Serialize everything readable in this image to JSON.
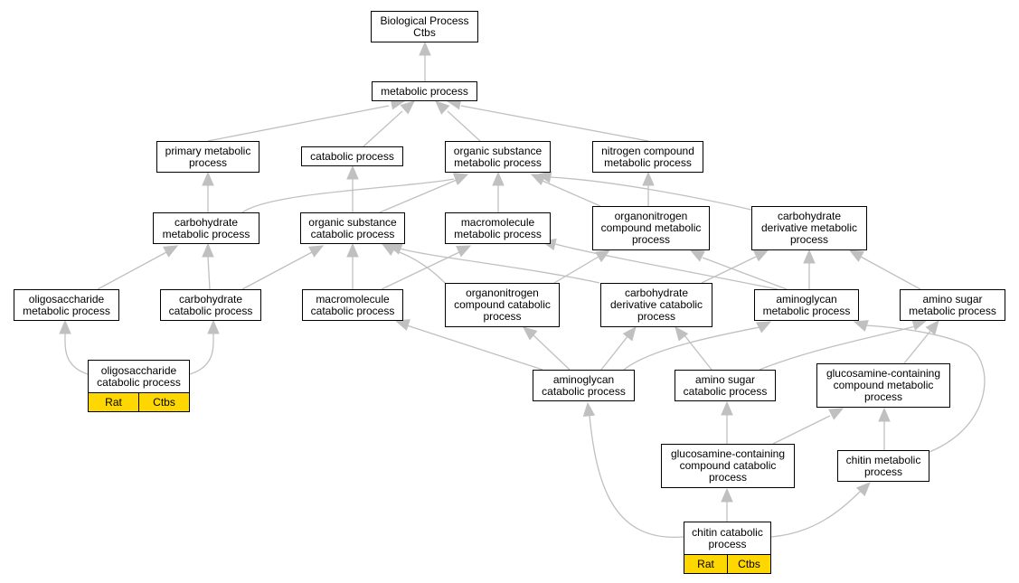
{
  "colors": {
    "edge": "#c0c0c0",
    "annotation": "#ffd700",
    "border": "#000000"
  },
  "nodes": {
    "bp": [
      "Biological Process",
      "Ctbs"
    ],
    "metabolic": [
      "metabolic process"
    ],
    "primary": [
      "primary metabolic",
      "process"
    ],
    "catabolic": [
      "catabolic process"
    ],
    "organic_met": [
      "organic substance",
      "metabolic process"
    ],
    "nitrogen": [
      "nitrogen compound",
      "metabolic process"
    ],
    "carb_met": [
      "carbohydrate",
      "metabolic process"
    ],
    "organic_cat": [
      "organic substance",
      "catabolic process"
    ],
    "macro_met": [
      "macromolecule",
      "metabolic process"
    ],
    "orgN_met": [
      "organonitrogen",
      "compound metabolic",
      "process"
    ],
    "carbderiv_met": [
      "carbohydrate",
      "derivative metabolic",
      "process"
    ],
    "oligo_met": [
      "oligosaccharide",
      "metabolic process"
    ],
    "carb_cat": [
      "carbohydrate",
      "catabolic process"
    ],
    "macro_cat": [
      "macromolecule",
      "catabolic process"
    ],
    "orgN_cat": [
      "organonitrogen",
      "compound catabolic",
      "process"
    ],
    "carbderiv_cat": [
      "carbohydrate",
      "derivative catabolic",
      "process"
    ],
    "aminoglycan_met": [
      "aminoglycan",
      "metabolic process"
    ],
    "aminosugar_met": [
      "amino sugar",
      "metabolic process"
    ],
    "oligo_cat": [
      "oligosaccharide",
      "catabolic process"
    ],
    "aminoglycan_cat": [
      "aminoglycan",
      "catabolic process"
    ],
    "aminosugar_cat": [
      "amino sugar",
      "catabolic process"
    ],
    "glucos_met": [
      "glucosamine-containing",
      "compound metabolic",
      "process"
    ],
    "glucos_cat": [
      "glucosamine-containing",
      "compound catabolic",
      "process"
    ],
    "chitin_met": [
      "chitin metabolic",
      "process"
    ],
    "chitin_cat": [
      "chitin catabolic",
      "process"
    ]
  },
  "annotations": {
    "oligo_cat": [
      "Rat",
      "Ctbs"
    ],
    "chitin_cat": [
      "Rat",
      "Ctbs"
    ]
  }
}
